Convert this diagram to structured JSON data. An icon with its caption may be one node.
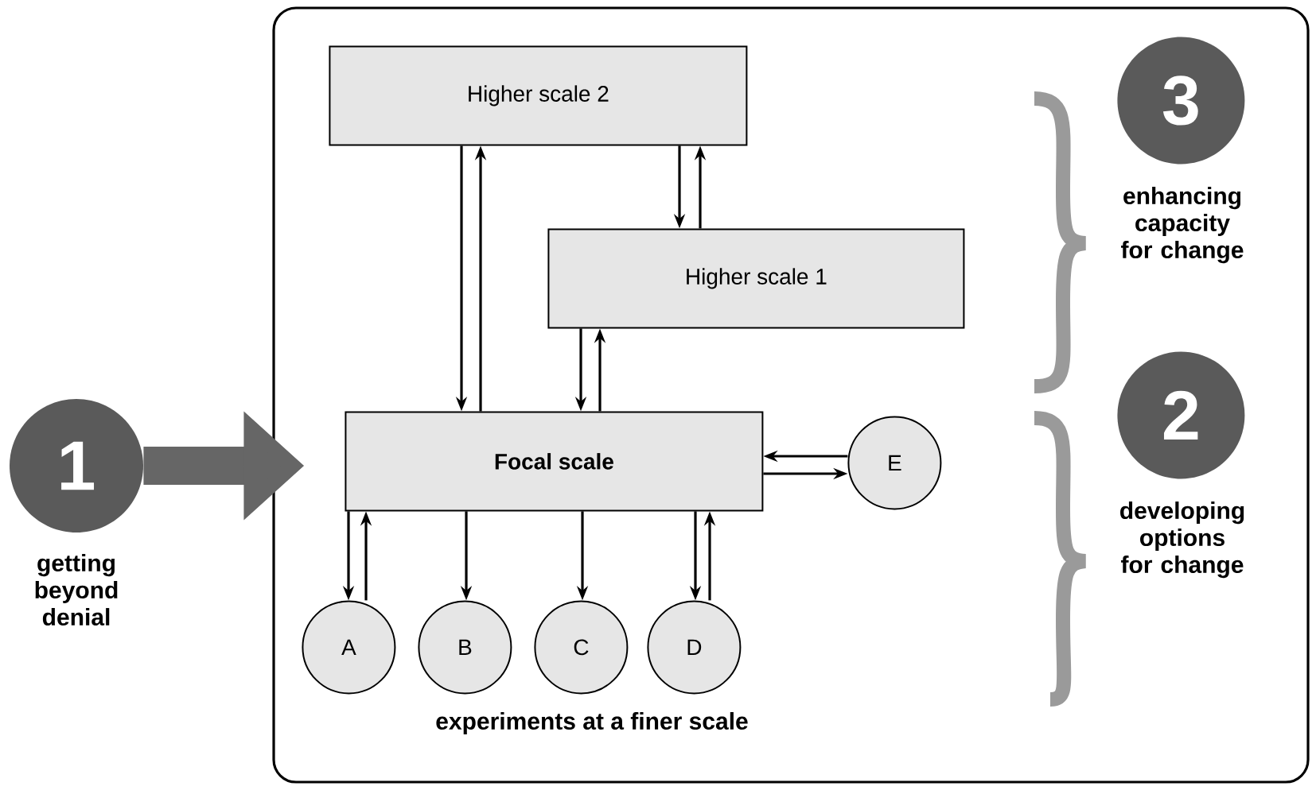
{
  "diagram": {
    "nodes": [
      {
        "text": [],
        "shape": "box"
      },
      {
        "text": [
          "Higher scale 2"
        ],
        "in": 0
      },
      {
        "text": [
          "Higher scale 1"
        ],
        "in": 0
      },
      {
        "text": [
          "Focal scale"
        ],
        "in": 0
      },
      {
        "text": [
          "A"
        ],
        "in": 0
      },
      {
        "text": [
          "B"
        ],
        "in": 0
      },
      {
        "text": [
          "C"
        ],
        "in": 0
      },
      {
        "text": [
          "D"
        ],
        "in": 0
      },
      {
        "text": [
          "E"
        ],
        "in": 0
      },
      {
        "text": [
          "1"
        ],
        "beside": [
          "getting beyond denial"
        ]
      },
      {
        "text": [
          "3"
        ],
        "beside": [
          "enhancing capacity for change"
        ],
        "in": 0
      },
      {
        "text": [
          "2"
        ],
        "beside": [
          "developing options for change"
        ],
        "in": 0
      }
    ],
    "edges": [
      {
        "from": 1,
        "to": 3,
        "arrow": "to"
      },
      {
        "from": 3,
        "to": 1,
        "arrow": "to"
      },
      {
        "from": 1,
        "to": 2,
        "arrow": "to"
      },
      {
        "from": 2,
        "to": 1,
        "arrow": "to"
      },
      {
        "from": 2,
        "to": 3,
        "arrow": "to"
      },
      {
        "from": 3,
        "to": 2,
        "arrow": "to"
      },
      {
        "from": 3,
        "to": 4,
        "arrow": "to"
      },
      {
        "from": 4,
        "to": 3,
        "arrow": "to"
      },
      {
        "from": 3,
        "to": 5,
        "arrow": "to"
      },
      {
        "from": 3,
        "to": 6,
        "arrow": "to"
      },
      {
        "from": 3,
        "to": 7,
        "arrow": "to"
      },
      {
        "from": 7,
        "to": 3,
        "arrow": "to"
      },
      {
        "from": 8,
        "to": 3,
        "arrow": "to"
      },
      {
        "from": 3,
        "to": 8,
        "arrow": "to"
      },
      {
        "from": 9,
        "to": 0,
        "arrow": "to",
        "style": "thick",
        "color": "#666666"
      }
    ],
    "labels": [
      "experiments at a finer scale"
    ]
  }
}
